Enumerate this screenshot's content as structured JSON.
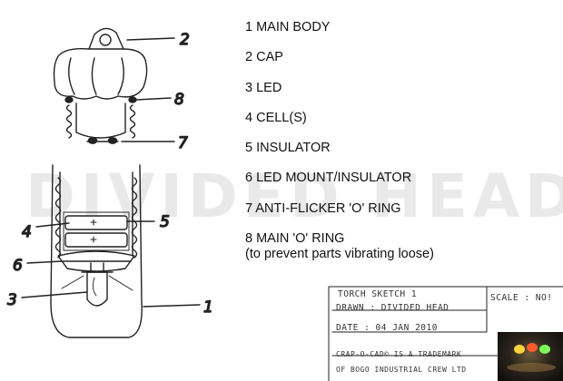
{
  "watermark": "DIVIDED HEAD",
  "parts": [
    {
      "label": "1 MAIN BODY"
    },
    {
      "label": "2 CAP"
    },
    {
      "label": "3 LED"
    },
    {
      "label": "4 CELL(S)"
    },
    {
      "label": "5 INSULATOR"
    },
    {
      "label": "6 LED MOUNT/INSULATOR"
    },
    {
      "label": "7 ANTI-FLICKER 'O' RING"
    },
    {
      "label": "8 MAIN 'O' RING"
    }
  ],
  "parts_note": "(to prevent parts vibrating loose)",
  "callouts": {
    "n1": "1",
    "n2": "2",
    "n3": "3",
    "n4": "4",
    "n5": "5",
    "n6": "6",
    "n7": "7",
    "n8": "8"
  },
  "title_block": {
    "title": "TORCH SKETCH 1",
    "drawn": "DRAWN : DIVIDED HEAD",
    "date": "DATE : 04 JAN 2010",
    "scale": "SCALE : NO!",
    "trademark_line1": "CRAP-O-CAD© IS A TRADEMARK",
    "trademark_line2": "OF BOGO INDUSTRIAL CREW LTD"
  },
  "colors": {
    "ink": "#222222",
    "watermark": "#e9e9e9"
  }
}
